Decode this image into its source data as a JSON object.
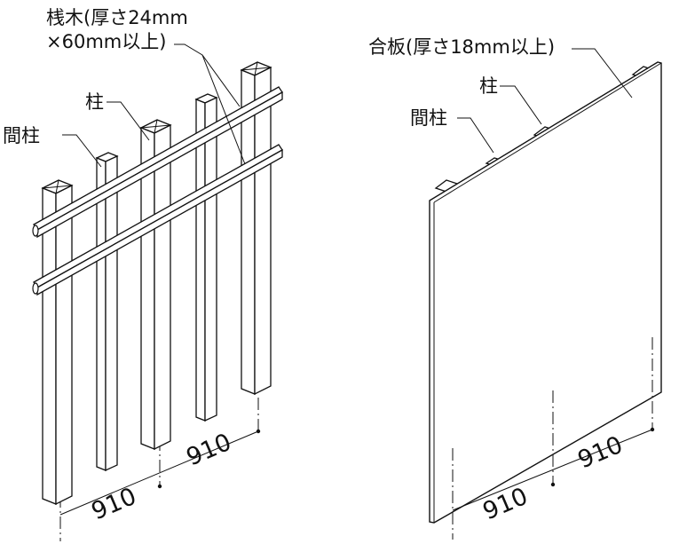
{
  "left": {
    "batten_label_line1": "桟木(厚さ24mm",
    "batten_label_line2": "×60mm以上)",
    "pillar_label": "柱",
    "stud_label": "間柱",
    "dim_left": "910",
    "dim_right": "910"
  },
  "right": {
    "plywood_label": "合板(厚さ18mm以上)",
    "pillar_label": "柱",
    "stud_label": "間柱",
    "dim_left": "910",
    "dim_right": "910"
  }
}
